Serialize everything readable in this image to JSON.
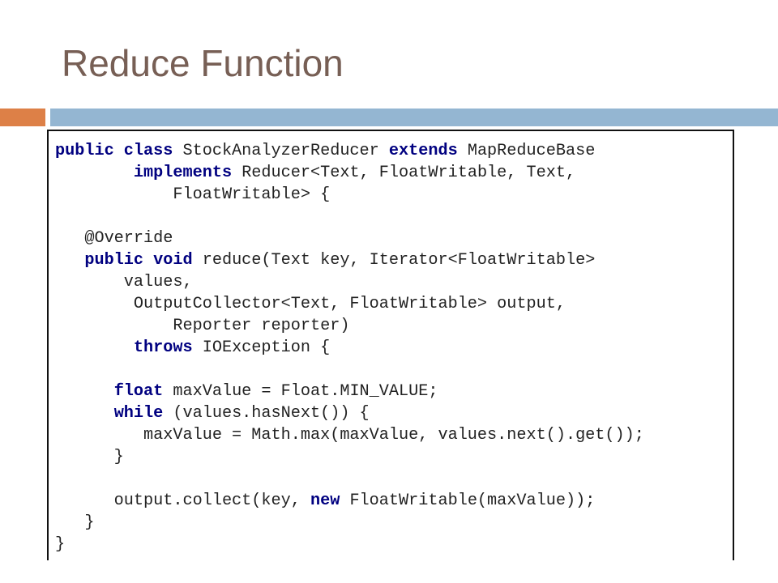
{
  "slide": {
    "title": "Reduce Function"
  },
  "colors": {
    "title": "#775f55",
    "accent_orange": "#dd8047",
    "accent_blue": "#94b6d2",
    "keyword": "#000080",
    "code_text": "#222222"
  },
  "code": {
    "language": "Java",
    "lines": [
      [
        {
          "t": "public class",
          "k": true
        },
        {
          "t": " StockAnalyzerReducer ",
          "k": false
        },
        {
          "t": "extends",
          "k": true
        },
        {
          "t": " MapReduceBase",
          "k": false
        }
      ],
      [
        {
          "t": "        ",
          "k": false
        },
        {
          "t": "implements",
          "k": true
        },
        {
          "t": " Reducer<Text, FloatWritable, Text,",
          "k": false
        }
      ],
      [
        {
          "t": "            FloatWritable> {",
          "k": false
        }
      ],
      [],
      [
        {
          "t": "   @Override",
          "k": false
        }
      ],
      [
        {
          "t": "   ",
          "k": false
        },
        {
          "t": "public void",
          "k": true
        },
        {
          "t": " reduce(Text key, Iterator<FloatWritable>",
          "k": false
        }
      ],
      [
        {
          "t": "       values,",
          "k": false
        }
      ],
      [
        {
          "t": "        OutputCollector<Text, FloatWritable> output,",
          "k": false
        }
      ],
      [
        {
          "t": "            Reporter reporter)",
          "k": false
        }
      ],
      [
        {
          "t": "        ",
          "k": false
        },
        {
          "t": "throws",
          "k": true
        },
        {
          "t": " IOException {",
          "k": false
        }
      ],
      [],
      [
        {
          "t": "      ",
          "k": false
        },
        {
          "t": "float",
          "k": true
        },
        {
          "t": " maxValue = Float.MIN_VALUE;",
          "k": false
        }
      ],
      [
        {
          "t": "      ",
          "k": false
        },
        {
          "t": "while",
          "k": true
        },
        {
          "t": " (values.hasNext()) {",
          "k": false
        }
      ],
      [
        {
          "t": "         maxValue = Math.max(maxValue, values.next().get());",
          "k": false
        }
      ],
      [
        {
          "t": "      }",
          "k": false
        }
      ],
      [],
      [
        {
          "t": "      output.collect(key, ",
          "k": false
        },
        {
          "t": "new",
          "k": true
        },
        {
          "t": " FloatWritable(maxValue));",
          "k": false
        }
      ],
      [
        {
          "t": "   }",
          "k": false
        }
      ],
      [
        {
          "t": "}",
          "k": false
        }
      ]
    ]
  }
}
